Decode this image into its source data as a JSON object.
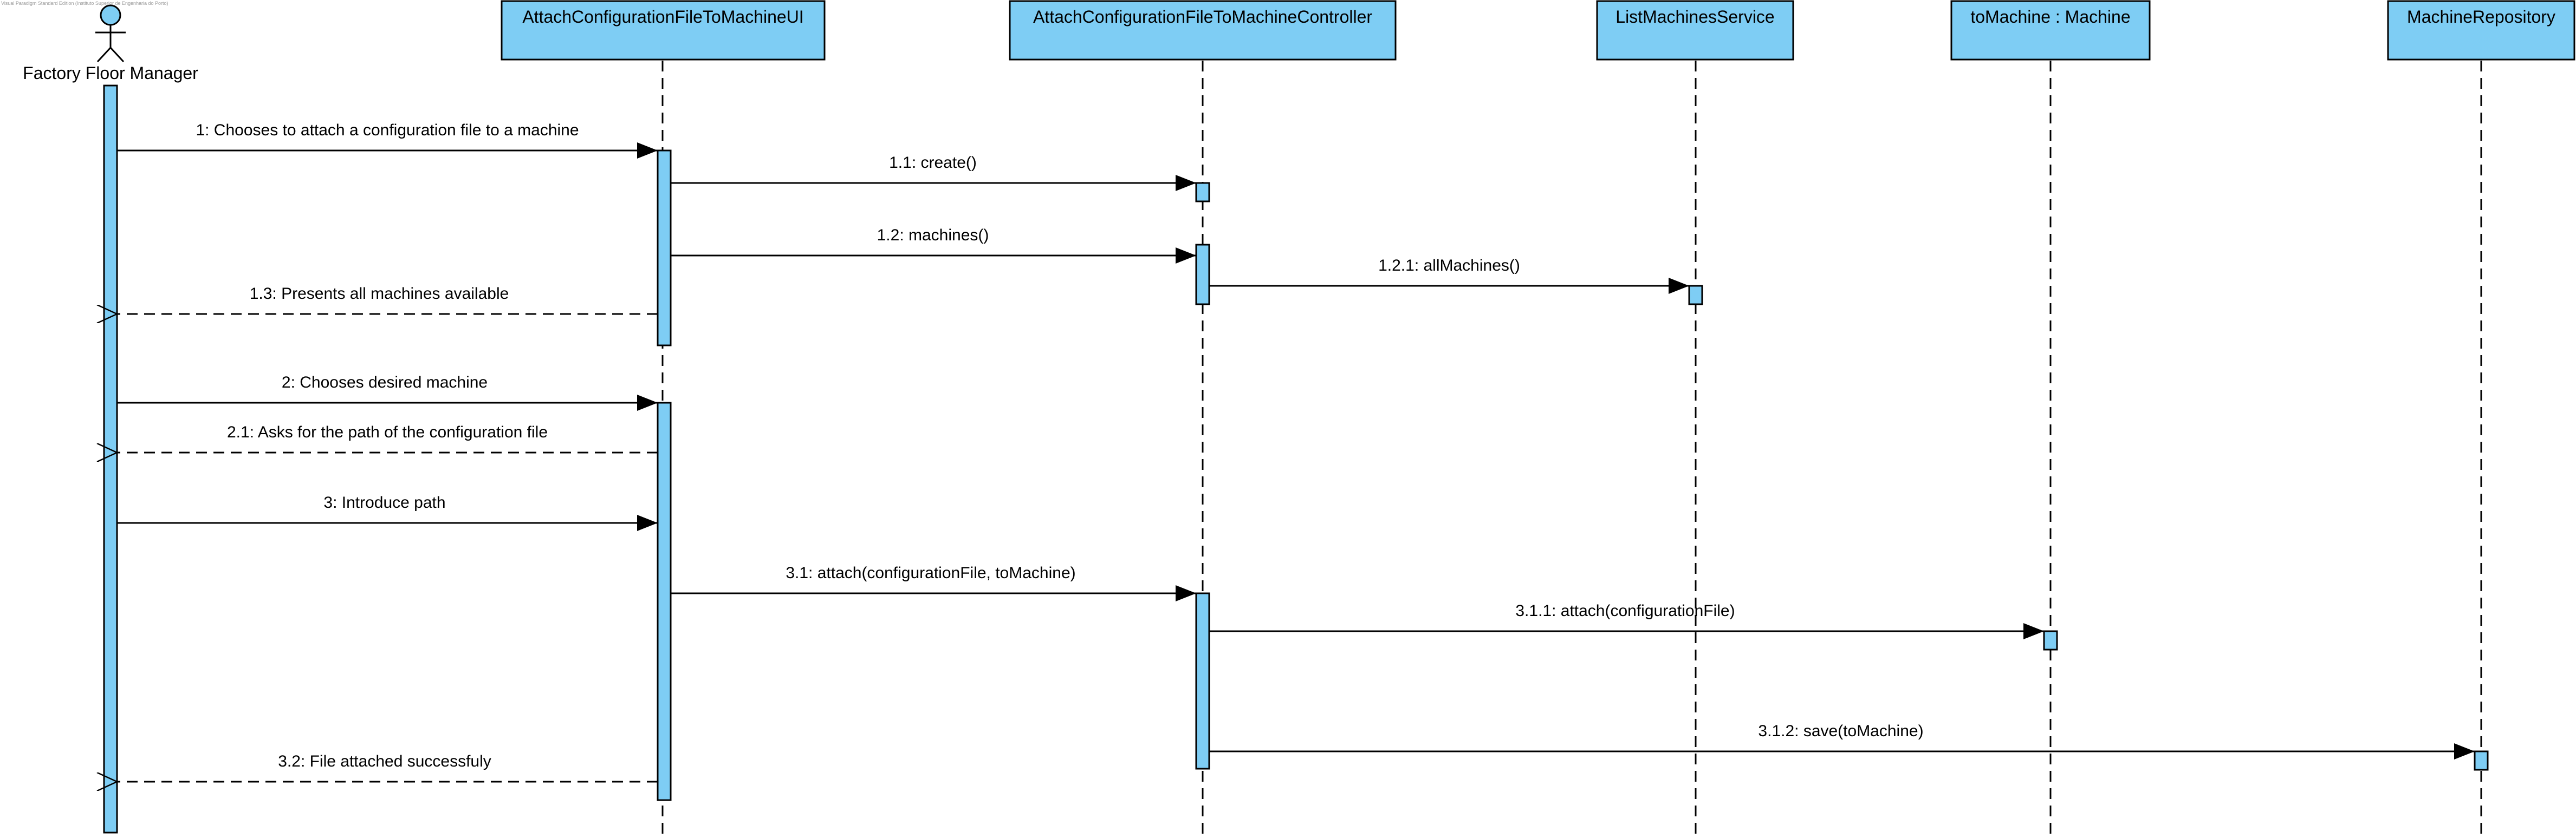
{
  "header_caption": "Visual Paradigm Standard Edition (Instituto Superior de Engenharia do Porto)",
  "actor": {
    "name": "Factory Floor Manager",
    "icon": "stick-figure-actor-icon"
  },
  "participants": [
    {
      "id": "ui",
      "name": "AttachConfigurationFileToMachineUI"
    },
    {
      "id": "ctrl",
      "name": "AttachConfigurationFileToMachineController"
    },
    {
      "id": "svc",
      "name": "ListMachinesService"
    },
    {
      "id": "mach",
      "name": "toMachine : Machine"
    },
    {
      "id": "repo",
      "name": "MachineRepository"
    }
  ],
  "messages": [
    {
      "id": "m1",
      "label": "1: Chooses to attach a configuration file to a machine",
      "from": "actor",
      "to": "ui",
      "kind": "sync"
    },
    {
      "id": "m1_1",
      "label": "1.1: create()",
      "from": "ui",
      "to": "ctrl",
      "kind": "sync"
    },
    {
      "id": "m1_2",
      "label": "1.2: machines()",
      "from": "ui",
      "to": "ctrl",
      "kind": "sync"
    },
    {
      "id": "m1_2_1",
      "label": "1.2.1: allMachines()",
      "from": "ctrl",
      "to": "svc",
      "kind": "sync"
    },
    {
      "id": "m1_3",
      "label": "1.3: Presents all machines available",
      "from": "ui",
      "to": "actor",
      "kind": "return"
    },
    {
      "id": "m2",
      "label": "2: Chooses desired machine",
      "from": "actor",
      "to": "ui",
      "kind": "sync"
    },
    {
      "id": "m2_1",
      "label": "2.1: Asks for the path of the configuration file",
      "from": "ui",
      "to": "actor",
      "kind": "return"
    },
    {
      "id": "m3",
      "label": "3: Introduce path",
      "from": "actor",
      "to": "ui",
      "kind": "sync"
    },
    {
      "id": "m3_1",
      "label": "3.1: attach(configurationFile, toMachine)",
      "from": "ui",
      "to": "ctrl",
      "kind": "sync"
    },
    {
      "id": "m3_1_1",
      "label": "3.1.1: attach(configurationFile)",
      "from": "ctrl",
      "to": "mach",
      "kind": "sync"
    },
    {
      "id": "m3_1_2",
      "label": "3.1.2: save(toMachine)",
      "from": "ctrl",
      "to": "repo",
      "kind": "sync"
    },
    {
      "id": "m3_2",
      "label": "3.2: File attached successfuly",
      "from": "ui",
      "to": "actor",
      "kind": "return"
    }
  ],
  "colors": {
    "participant_fill": "#7ecdf4",
    "activation_fill": "#7ecdf4",
    "line": "#000000",
    "background": "#ffffff"
  }
}
